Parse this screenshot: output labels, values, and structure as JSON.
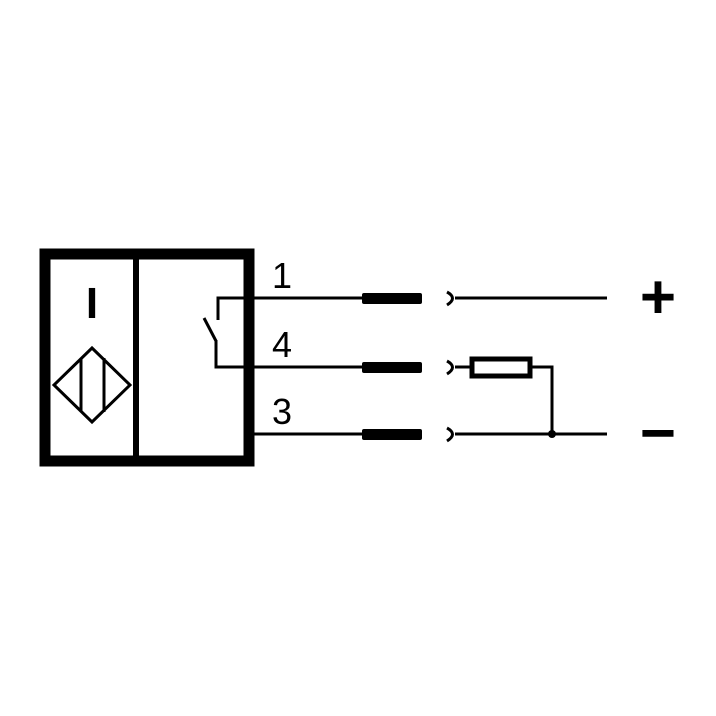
{
  "diagram": {
    "sensor_label": "I",
    "terminals": [
      {
        "number": "1",
        "polarity": "+"
      },
      {
        "number": "4",
        "polarity": ""
      },
      {
        "number": "3",
        "polarity": "−"
      }
    ],
    "colors": {
      "line": "#000000",
      "background": "#ffffff"
    }
  }
}
